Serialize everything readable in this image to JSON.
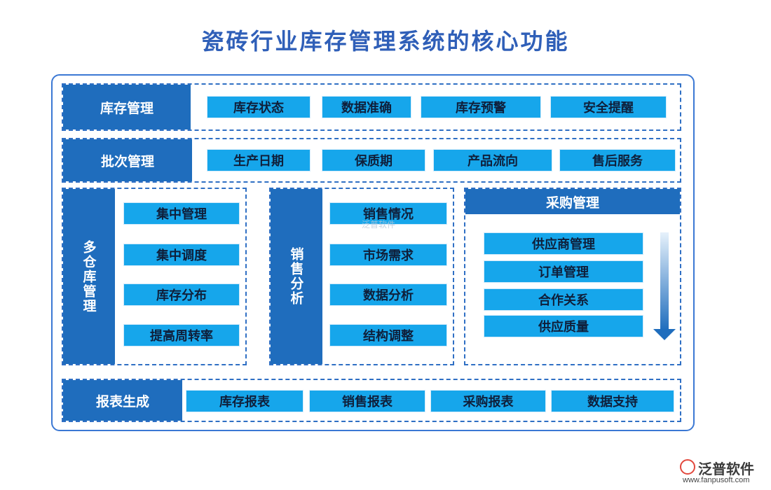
{
  "title": "瓷砖行业库存管理系统的核心功能",
  "inventory": {
    "label": "库存管理",
    "items": [
      "库存状态",
      "数据准确",
      "库存预警",
      "安全提醒"
    ]
  },
  "batch": {
    "label": "批次管理",
    "items": [
      "生产日期",
      "保质期",
      "产品流向",
      "售后服务"
    ]
  },
  "multi_warehouse": {
    "label": "多仓库管理",
    "items": [
      "集中管理",
      "集中调度",
      "库存分布",
      "提高周转率"
    ]
  },
  "sales_analysis": {
    "label": "销售分析",
    "items": [
      "销售情况",
      "市场需求",
      "数据分析",
      "结构调整"
    ]
  },
  "procurement": {
    "label": "采购管理",
    "items": [
      "供应商管理",
      "订单管理",
      "合作关系",
      "供应质量"
    ]
  },
  "reports": {
    "label": "报表生成",
    "items": [
      "库存报表",
      "销售报表",
      "采购报表",
      "数据支持"
    ]
  },
  "logo": {
    "name": "泛普软件",
    "url": "www.fanpusoft.com"
  },
  "watermark": "泛普软件",
  "colors": {
    "title": "#2f5fb8",
    "label_bg": "#1f6dbd",
    "chip_bg": "#16a6eb",
    "border": "#2f6fc4"
  }
}
